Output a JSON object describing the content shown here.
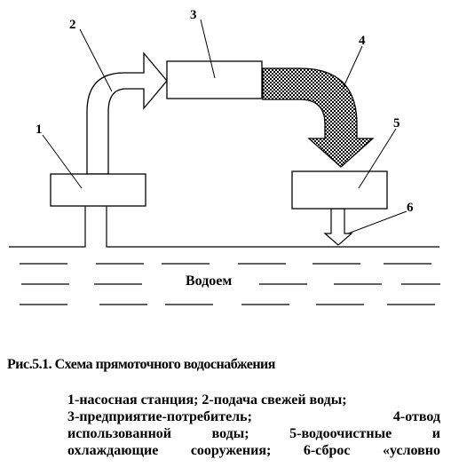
{
  "diagram": {
    "labels": {
      "n1": "1",
      "n2": "2",
      "n3": "3",
      "n4": "4",
      "n5": "5",
      "n6": "6",
      "reservoir": "Водоем"
    }
  },
  "caption": "Рис.5.1. Схема прямоточного водоснабжения",
  "legend": {
    "line1": "1-насосная станция; 2-подача свежей воды;",
    "line2": [
      "3-предприятие-потребитель;",
      "4-отвод"
    ],
    "line3": [
      "использованной",
      "воды;",
      "5-водоочистные",
      "и"
    ],
    "line4": [
      "охлаждающие",
      "сооружения;",
      "6-сброс",
      "«условно"
    ]
  }
}
